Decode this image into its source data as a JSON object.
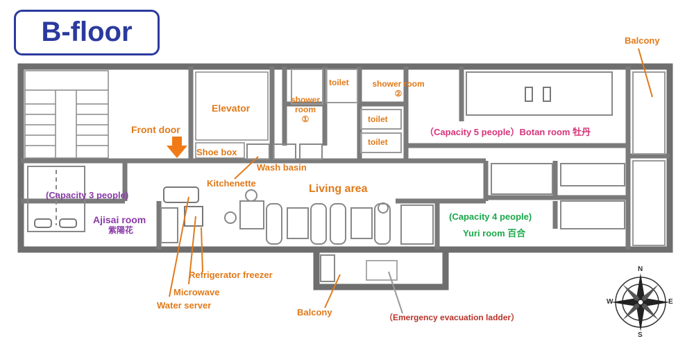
{
  "title": "B-floor",
  "colors": {
    "title": "#2b3a9e",
    "label": "#e07a1a",
    "botan": "#d6347a",
    "ajisai": "#8a3aa8",
    "yuri": "#1aa84a",
    "ladder": "#b8322a",
    "wall": "#6e6e6e"
  },
  "labels": {
    "balcony_top": "Balcony",
    "elevator": "Elevator",
    "front_door": "Front door",
    "shoe_box": "Shoe box",
    "wash_basin": "Wash basin",
    "kitchenette": "Kitchenette",
    "living_area": "Living area",
    "shower_room_1_line1": "shower",
    "shower_room_1_line2": "room",
    "shower_room_1_line3": "①",
    "toilet_1": "toilet",
    "shower_room_2_line1": "shower room",
    "shower_room_2_line2": "②",
    "toilet_2": "toilet",
    "toilet_3": "toilet",
    "botan": "（Capacity 5 people）Botan room 牡丹",
    "ajisai_capacity": "(Capacity 3 people)",
    "ajisai_name": "Ajisai room",
    "ajisai_kanji": "紫陽花",
    "yuri_capacity": "(Capacity 4 people)",
    "yuri_name": "Yuri room 百合",
    "refrigerator": "Refrigerator freezer",
    "microwave": "Microwave",
    "water_server": "Water server",
    "balcony_bottom": "Balcony",
    "ladder": "（Emergency evacuation ladder）"
  },
  "compass": {
    "n": "N",
    "e": "E",
    "s": "S",
    "w": "W"
  }
}
